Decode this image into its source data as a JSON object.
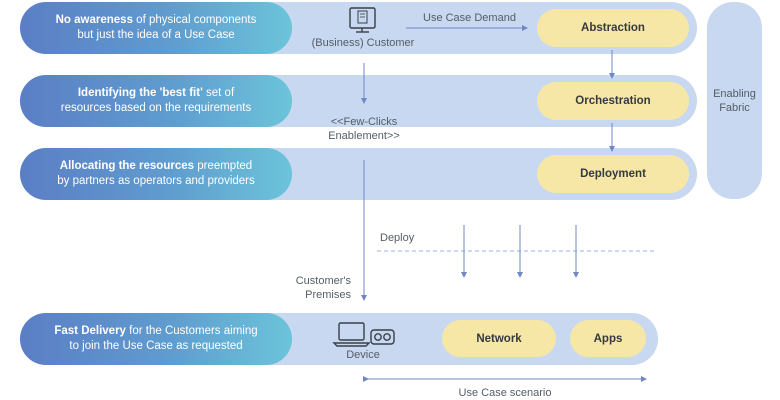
{
  "rows": [
    {
      "bold": "No awareness",
      "rest": " of physical components",
      "line2": "but just the idea of a Use Case",
      "target": "Abstraction"
    },
    {
      "bold": "Identifying the 'best fit'",
      "rest": " set of",
      "line2": "resources based on the requirements",
      "target": "Orchestration"
    },
    {
      "bold": "Allocating the resources",
      "rest": " preempted",
      "line2": "by partners as operators and providers",
      "target": "Deployment"
    },
    {
      "bold": "Fast Delivery",
      "rest": " for the Customers aiming",
      "line2": "to join the Use Case as requested"
    }
  ],
  "bottom_targets": [
    "Network",
    "Apps"
  ],
  "labels": {
    "customer": "(Business) Customer",
    "use_case_demand": "Use Case Demand",
    "few_clicks_1": "<<Few-Clicks",
    "few_clicks_2": "Enablement>>",
    "deploy": "Deploy",
    "premises_1": "Customer's",
    "premises_2": "Premises",
    "device": "Device",
    "scenario": "Use Case scenario",
    "fabric_1": "Enabling",
    "fabric_2": "Fabric"
  },
  "icons": {
    "customer": "computer-monitor-icon",
    "device_laptop": "laptop-icon",
    "device_vr": "vr-headset-icon"
  },
  "colors": {
    "band": "#c7d8f0",
    "pill_start": "#5b7ec5",
    "pill_end": "#6cc4da",
    "yellow": "#f7e7a6",
    "line": "#6f87c4"
  }
}
